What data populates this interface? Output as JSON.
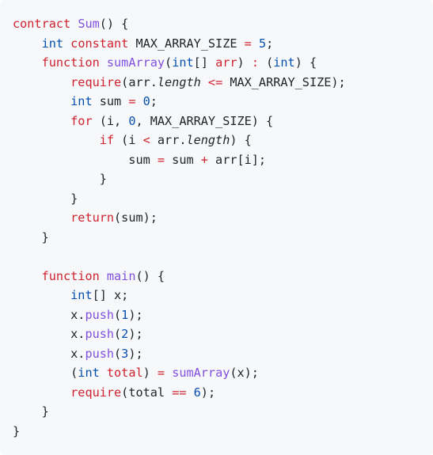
{
  "code": {
    "lines": [
      [
        {
          "t": "contract",
          "c": "kw"
        },
        {
          "t": " ",
          "c": "plain"
        },
        {
          "t": "Sum",
          "c": "fn"
        },
        {
          "t": "() {",
          "c": "plain"
        }
      ],
      [
        {
          "t": "    ",
          "c": "plain"
        },
        {
          "t": "int",
          "c": "type"
        },
        {
          "t": " ",
          "c": "plain"
        },
        {
          "t": "constant",
          "c": "kw"
        },
        {
          "t": " MAX_ARRAY_SIZE ",
          "c": "plain"
        },
        {
          "t": "=",
          "c": "op"
        },
        {
          "t": " ",
          "c": "plain"
        },
        {
          "t": "5",
          "c": "num"
        },
        {
          "t": ";",
          "c": "plain"
        }
      ],
      [
        {
          "t": "    ",
          "c": "plain"
        },
        {
          "t": "function",
          "c": "kw"
        },
        {
          "t": " ",
          "c": "plain"
        },
        {
          "t": "sumArray",
          "c": "fn"
        },
        {
          "t": "(",
          "c": "plain"
        },
        {
          "t": "int",
          "c": "type"
        },
        {
          "t": "[] ",
          "c": "plain"
        },
        {
          "t": "arr",
          "c": "kw"
        },
        {
          "t": ") ",
          "c": "plain"
        },
        {
          "t": ":",
          "c": "op"
        },
        {
          "t": " (",
          "c": "plain"
        },
        {
          "t": "int",
          "c": "type"
        },
        {
          "t": ") {",
          "c": "plain"
        }
      ],
      [
        {
          "t": "        ",
          "c": "plain"
        },
        {
          "t": "require",
          "c": "kw"
        },
        {
          "t": "(arr.",
          "c": "plain"
        },
        {
          "t": "length",
          "c": "it"
        },
        {
          "t": " ",
          "c": "plain"
        },
        {
          "t": "<=",
          "c": "op"
        },
        {
          "t": " MAX_ARRAY_SIZE);",
          "c": "plain"
        }
      ],
      [
        {
          "t": "        ",
          "c": "plain"
        },
        {
          "t": "int",
          "c": "type"
        },
        {
          "t": " sum ",
          "c": "plain"
        },
        {
          "t": "=",
          "c": "op"
        },
        {
          "t": " ",
          "c": "plain"
        },
        {
          "t": "0",
          "c": "num"
        },
        {
          "t": ";",
          "c": "plain"
        }
      ],
      [
        {
          "t": "        ",
          "c": "plain"
        },
        {
          "t": "for",
          "c": "kw"
        },
        {
          "t": " (i, ",
          "c": "plain"
        },
        {
          "t": "0",
          "c": "num"
        },
        {
          "t": ", MAX_ARRAY_SIZE) {",
          "c": "plain"
        }
      ],
      [
        {
          "t": "            ",
          "c": "plain"
        },
        {
          "t": "if",
          "c": "kw"
        },
        {
          "t": " (i ",
          "c": "plain"
        },
        {
          "t": "<",
          "c": "op"
        },
        {
          "t": " arr.",
          "c": "plain"
        },
        {
          "t": "length",
          "c": "it"
        },
        {
          "t": ") {",
          "c": "plain"
        }
      ],
      [
        {
          "t": "                sum ",
          "c": "plain"
        },
        {
          "t": "=",
          "c": "op"
        },
        {
          "t": " sum ",
          "c": "plain"
        },
        {
          "t": "+",
          "c": "op"
        },
        {
          "t": " arr[i];",
          "c": "plain"
        }
      ],
      [
        {
          "t": "            }",
          "c": "plain"
        }
      ],
      [
        {
          "t": "        }",
          "c": "plain"
        }
      ],
      [
        {
          "t": "        ",
          "c": "plain"
        },
        {
          "t": "return",
          "c": "kw"
        },
        {
          "t": "(sum);",
          "c": "plain"
        }
      ],
      [
        {
          "t": "    }",
          "c": "plain"
        }
      ],
      [
        {
          "t": "",
          "c": "plain"
        }
      ],
      [
        {
          "t": "    ",
          "c": "plain"
        },
        {
          "t": "function",
          "c": "kw"
        },
        {
          "t": " ",
          "c": "plain"
        },
        {
          "t": "main",
          "c": "fn"
        },
        {
          "t": "() {",
          "c": "plain"
        }
      ],
      [
        {
          "t": "        ",
          "c": "plain"
        },
        {
          "t": "int",
          "c": "type"
        },
        {
          "t": "[] x;",
          "c": "plain"
        }
      ],
      [
        {
          "t": "        x.",
          "c": "plain"
        },
        {
          "t": "push",
          "c": "fn"
        },
        {
          "t": "(",
          "c": "plain"
        },
        {
          "t": "1",
          "c": "num"
        },
        {
          "t": ");",
          "c": "plain"
        }
      ],
      [
        {
          "t": "        x.",
          "c": "plain"
        },
        {
          "t": "push",
          "c": "fn"
        },
        {
          "t": "(",
          "c": "plain"
        },
        {
          "t": "2",
          "c": "num"
        },
        {
          "t": ");",
          "c": "plain"
        }
      ],
      [
        {
          "t": "        x.",
          "c": "plain"
        },
        {
          "t": "push",
          "c": "fn"
        },
        {
          "t": "(",
          "c": "plain"
        },
        {
          "t": "3",
          "c": "num"
        },
        {
          "t": ");",
          "c": "plain"
        }
      ],
      [
        {
          "t": "        (",
          "c": "plain"
        },
        {
          "t": "int",
          "c": "type"
        },
        {
          "t": " ",
          "c": "plain"
        },
        {
          "t": "total",
          "c": "kw"
        },
        {
          "t": ") ",
          "c": "plain"
        },
        {
          "t": "=",
          "c": "op"
        },
        {
          "t": " ",
          "c": "plain"
        },
        {
          "t": "sumArray",
          "c": "fn"
        },
        {
          "t": "(x);",
          "c": "plain"
        }
      ],
      [
        {
          "t": "        ",
          "c": "plain"
        },
        {
          "t": "require",
          "c": "kw"
        },
        {
          "t": "(total ",
          "c": "plain"
        },
        {
          "t": "==",
          "c": "op"
        },
        {
          "t": " ",
          "c": "plain"
        },
        {
          "t": "6",
          "c": "num"
        },
        {
          "t": ");",
          "c": "plain"
        }
      ],
      [
        {
          "t": "    }",
          "c": "plain"
        }
      ],
      [
        {
          "t": "}",
          "c": "plain"
        }
      ]
    ]
  },
  "colors": {
    "background": "#f6f8fa",
    "keyword": "#cf222e",
    "type": "#0550ae",
    "function": "#8250df",
    "number": "#0550ae",
    "text": "#1f2328"
  }
}
